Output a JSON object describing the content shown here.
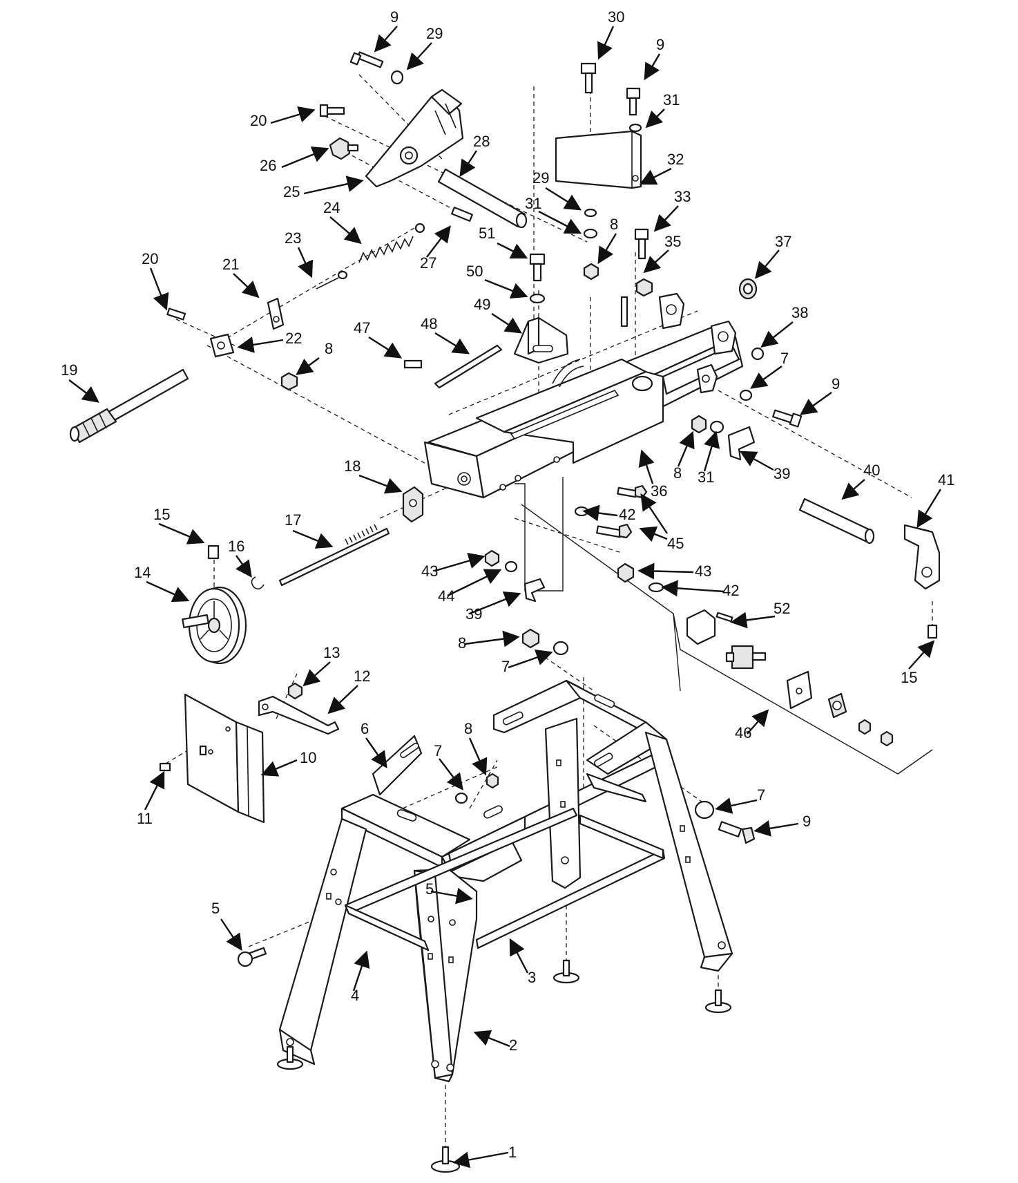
{
  "callouts": [
    {
      "text": "9"
    },
    {
      "text": "29"
    },
    {
      "text": "30"
    },
    {
      "text": "9"
    },
    {
      "text": "31"
    },
    {
      "text": "20"
    },
    {
      "text": "26"
    },
    {
      "text": "25"
    },
    {
      "text": "28"
    },
    {
      "text": "32"
    },
    {
      "text": "29"
    },
    {
      "text": "33"
    },
    {
      "text": "31"
    },
    {
      "text": "8"
    },
    {
      "text": "24"
    },
    {
      "text": "23"
    },
    {
      "text": "27"
    },
    {
      "text": "51"
    },
    {
      "text": "35"
    },
    {
      "text": "37"
    },
    {
      "text": "50"
    },
    {
      "text": "20"
    },
    {
      "text": "21"
    },
    {
      "text": "49"
    },
    {
      "text": "38"
    },
    {
      "text": "22"
    },
    {
      "text": "47"
    },
    {
      "text": "48"
    },
    {
      "text": "8"
    },
    {
      "text": "7"
    },
    {
      "text": "9"
    },
    {
      "text": "19"
    },
    {
      "text": "8"
    },
    {
      "text": "31"
    },
    {
      "text": "39"
    },
    {
      "text": "36"
    },
    {
      "text": "18"
    },
    {
      "text": "40"
    },
    {
      "text": "41"
    },
    {
      "text": "42"
    },
    {
      "text": "45"
    },
    {
      "text": "15"
    },
    {
      "text": "17"
    },
    {
      "text": "16"
    },
    {
      "text": "14"
    },
    {
      "text": "43"
    },
    {
      "text": "43"
    },
    {
      "text": "44"
    },
    {
      "text": "42"
    },
    {
      "text": "39"
    },
    {
      "text": "52"
    },
    {
      "text": "8"
    },
    {
      "text": "7"
    },
    {
      "text": "15"
    },
    {
      "text": "13"
    },
    {
      "text": "12"
    },
    {
      "text": "46"
    },
    {
      "text": "6"
    },
    {
      "text": "8"
    },
    {
      "text": "7"
    },
    {
      "text": "10"
    },
    {
      "text": "11"
    },
    {
      "text": "7"
    },
    {
      "text": "9"
    },
    {
      "text": "5"
    },
    {
      "text": "5"
    },
    {
      "text": "3"
    },
    {
      "text": "4"
    },
    {
      "text": "2"
    },
    {
      "text": "1"
    }
  ]
}
